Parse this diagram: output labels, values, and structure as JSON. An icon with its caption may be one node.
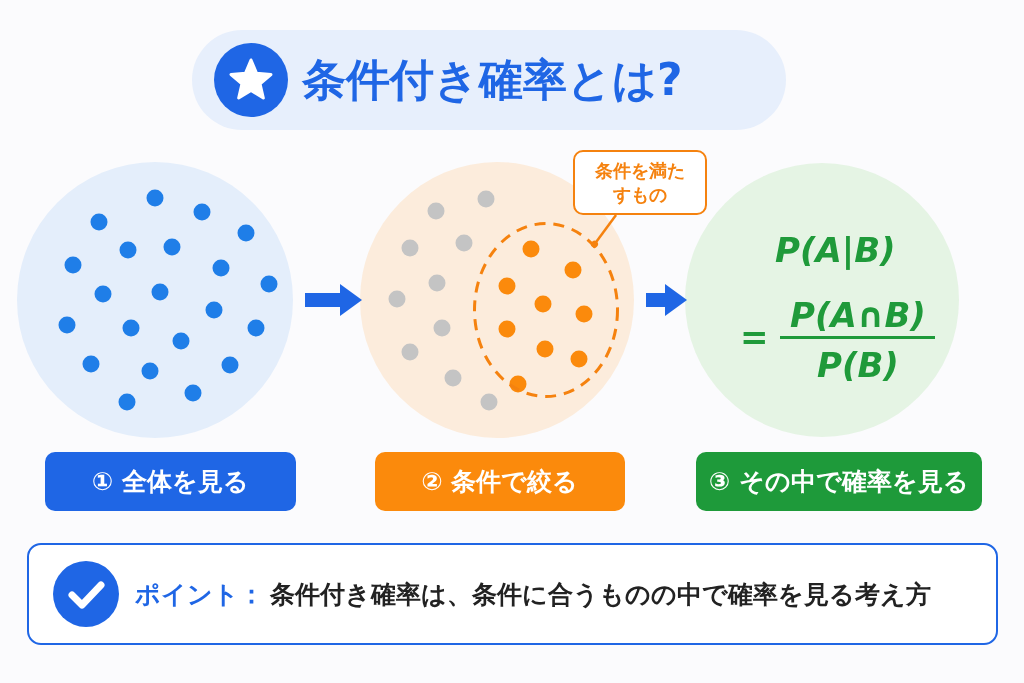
{
  "diagram": {
    "nodes": [
      {
        "text": [
          "条件付き確率とは?"
        ]
      },
      {
        "text": [],
        "shape": "circle"
      },
      {
        "text": [],
        "shape": "circle"
      },
      {
        "text": [],
        "shape": "circle",
        "in": 2
      },
      {
        "text": [
          "条件を満たすもの"
        ]
      },
      {
        "text": [
          "P(A|B)",
          "=",
          "P(A∩B)",
          "P(B)"
        ]
      },
      {
        "text": [
          "① 全体を見る"
        ]
      },
      {
        "text": [
          "② 条件で絞る"
        ]
      },
      {
        "text": [
          "③ その中で確率を見る"
        ]
      },
      {
        "text": [
          "ポイント：",
          "条件付き確率は、条件に合うものの中で確率を見る考え方"
        ]
      }
    ],
    "edges": [
      {
        "from": 1,
        "to": 2,
        "arrow": "to"
      },
      {
        "from": 2,
        "to": 5,
        "arrow": "to"
      },
      {
        "from": 4,
        "to": 3,
        "arrow": "other",
        "color": "#f5820f"
      }
    ]
  }
}
